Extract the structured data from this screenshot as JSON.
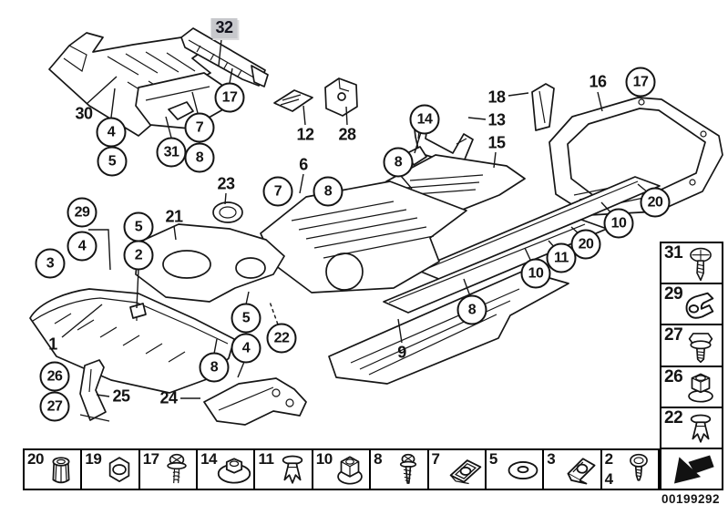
{
  "selected_part": {
    "label": "32",
    "highlight_bg": "#c7c8cc"
  },
  "callouts": {
    "circled": [
      {
        "label": "4"
      },
      {
        "label": "5"
      },
      {
        "label": "31"
      },
      {
        "label": "7"
      },
      {
        "label": "8"
      },
      {
        "label": "17"
      },
      {
        "label": "7"
      },
      {
        "label": "8"
      },
      {
        "label": "14"
      },
      {
        "label": "8"
      },
      {
        "label": "17"
      },
      {
        "label": "29"
      },
      {
        "label": "4"
      },
      {
        "label": "3"
      },
      {
        "label": "5"
      },
      {
        "label": "2"
      },
      {
        "label": "5"
      },
      {
        "label": "4"
      },
      {
        "label": "8"
      },
      {
        "label": "22"
      },
      {
        "label": "8"
      },
      {
        "label": "20"
      },
      {
        "label": "10"
      },
      {
        "label": "20"
      },
      {
        "label": "11"
      },
      {
        "label": "10"
      },
      {
        "label": "26"
      },
      {
        "label": "27"
      }
    ],
    "plain": [
      {
        "label": "30"
      },
      {
        "label": "12"
      },
      {
        "label": "28"
      },
      {
        "label": "6"
      },
      {
        "label": "23"
      },
      {
        "label": "21"
      },
      {
        "label": "18"
      },
      {
        "label": "13"
      },
      {
        "label": "15"
      },
      {
        "label": "16"
      },
      {
        "label": "1"
      },
      {
        "label": "25"
      },
      {
        "label": "24"
      },
      {
        "label": "9"
      }
    ]
  },
  "legend_right": {
    "items": [
      {
        "label": "31",
        "icon": "phillips-screw-icon"
      },
      {
        "label": "29",
        "icon": "clamp-clip-icon"
      },
      {
        "label": "27",
        "icon": "hex-flange-screw-icon"
      },
      {
        "label": "26",
        "icon": "hex-nut-washer-icon"
      },
      {
        "label": "22",
        "icon": "expansion-rivet-icon"
      }
    ],
    "back": {
      "icon": "back-arrow-icon"
    }
  },
  "legend_bottom": {
    "items": [
      {
        "label": "20",
        "icon": "plastic-cap-nut-icon"
      },
      {
        "label": "19",
        "icon": "hex-nut-icon"
      },
      {
        "label": "17",
        "icon": "screw-with-washer-icon"
      },
      {
        "label": "14",
        "icon": "nut-with-washer-icon"
      },
      {
        "label": "11",
        "icon": "expansion-rivet-icon"
      },
      {
        "label": "10",
        "icon": "flange-nut-icon"
      },
      {
        "label": "8",
        "icon": "tapping-screw-icon"
      },
      {
        "label": "7",
        "icon": "speed-clip-icon"
      },
      {
        "label": "5",
        "icon": "washer-icon"
      },
      {
        "label": "3",
        "icon": "cage-clip-icon"
      },
      {
        "label": "2",
        "label2": "4",
        "icon": "screw-icon"
      }
    ]
  },
  "footer": {
    "drawing_number": "00199292"
  }
}
